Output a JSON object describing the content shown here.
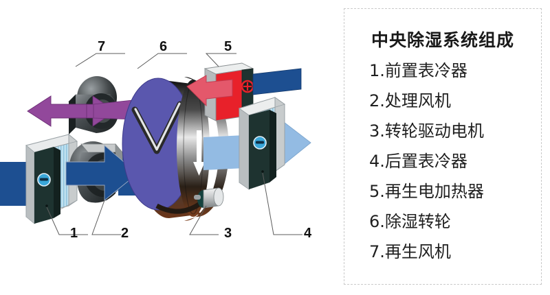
{
  "legend": {
    "title": "中央除湿系统组成",
    "items": [
      "1.前置表冷器",
      "2.处理风机",
      "3.转轮驱动电机",
      "4.后置表冷器",
      "5.再生电加热器",
      "6.除湿转轮",
      "7.再生风机"
    ]
  },
  "diagram": {
    "callouts": [
      {
        "id": "1",
        "label": "1",
        "target": "pre-cooling-coil"
      },
      {
        "id": "2",
        "label": "2",
        "target": "process-fan"
      },
      {
        "id": "3",
        "label": "3",
        "target": "wheel-drive-motor"
      },
      {
        "id": "4",
        "label": "4",
        "target": "post-cooling-coil"
      },
      {
        "id": "5",
        "label": "5",
        "target": "regeneration-electric-heater"
      },
      {
        "id": "6",
        "label": "6",
        "target": "desiccant-wheel"
      },
      {
        "id": "7",
        "label": "7",
        "target": "regeneration-fan"
      }
    ],
    "airflows": [
      {
        "name": "process-inlet-airflow",
        "color": "#1d4f91"
      },
      {
        "name": "process-outlet-airflow",
        "color": "#93bbe3"
      },
      {
        "name": "regeneration-exhaust-airflow",
        "color": "#92489b"
      },
      {
        "name": "regeneration-inlet-airflow",
        "color": "#1d4f91"
      },
      {
        "name": "heated-regeneration-airflow",
        "color": "#e4586b"
      },
      {
        "name": "wheel-rotation-direction",
        "color": "#ffffff"
      }
    ],
    "colors": {
      "process_air_dark_blue": "#1d4f91",
      "supply_air_light_blue": "#93bbe3",
      "regeneration_purple": "#92489b",
      "heater_red": "#e8212a",
      "wheel_face_purple": "#5a57ae",
      "casing_dark_green": "#1e3330",
      "coil_fin_light": "#bfe0ef",
      "metal_gray": "#d8dadb",
      "fan_housing_dark": "#2f3637"
    }
  }
}
